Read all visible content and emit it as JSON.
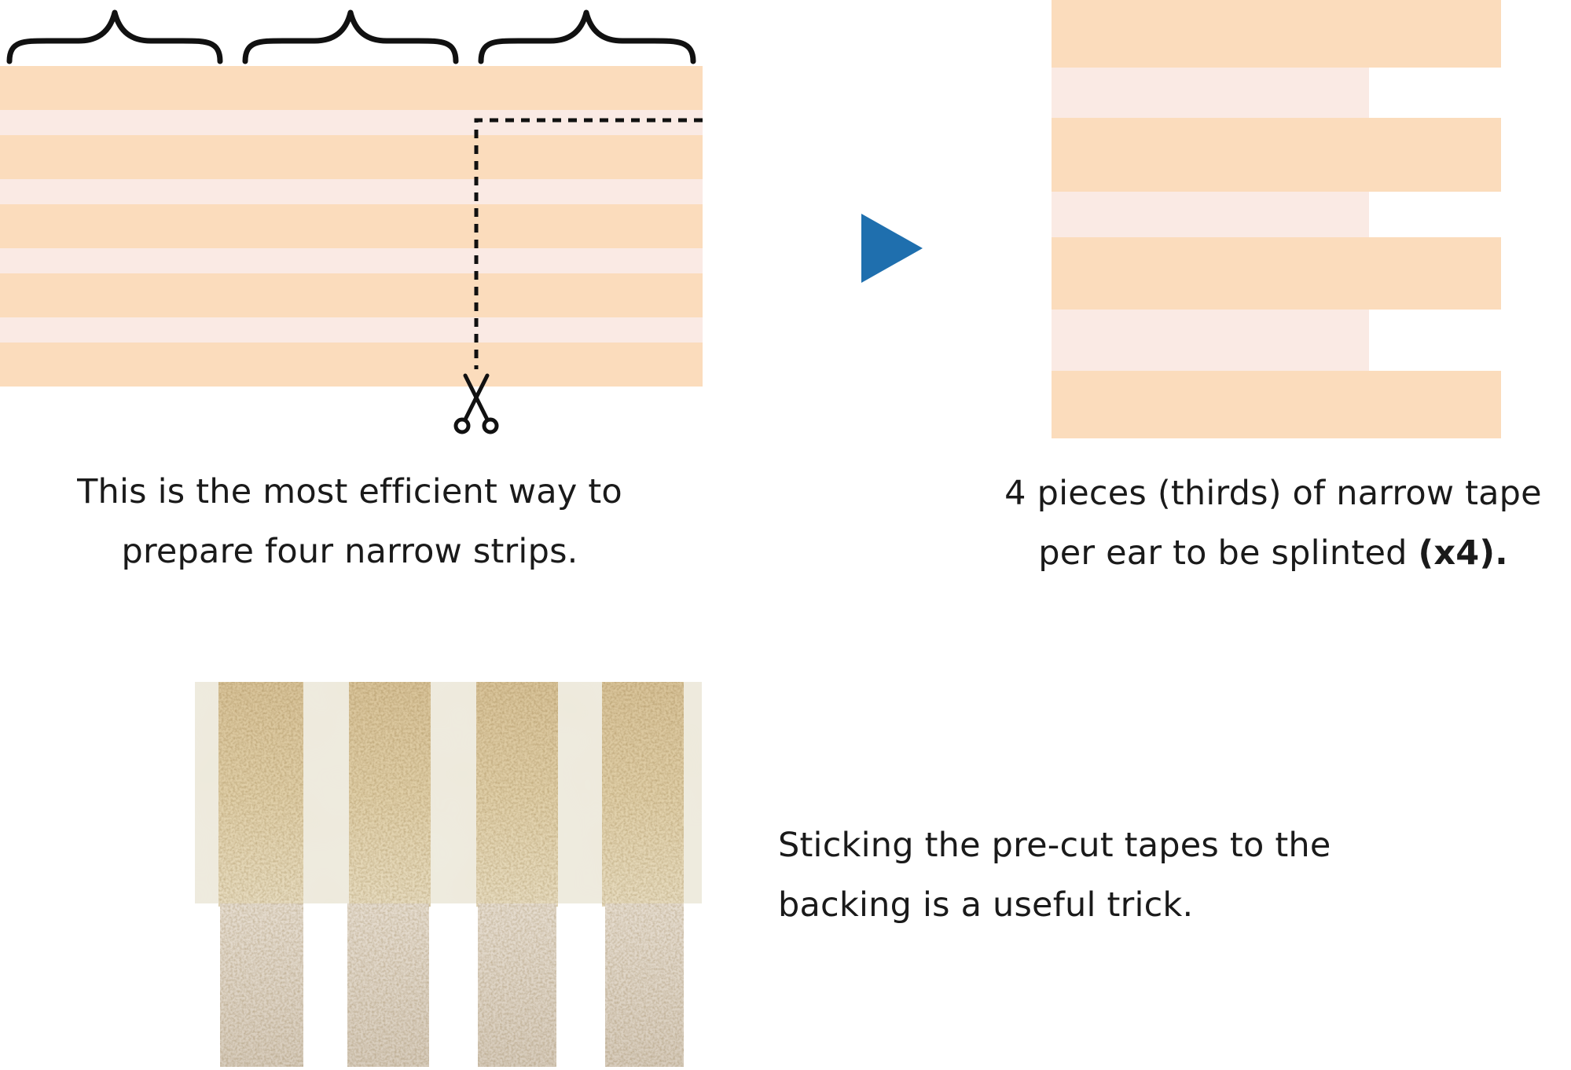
{
  "colors": {
    "tape": "#fbdcbc",
    "backing": "#faeae4",
    "arrow": "#1f6fae",
    "text": "#1a1a1a"
  },
  "diagram_left": {
    "caption_line1": "This is the most efficient way to",
    "caption_line2": "prepare four narrow strips.",
    "icons": [
      "brace-icon",
      "brace-icon",
      "brace-icon",
      "scissors-icon"
    ]
  },
  "diagram_right": {
    "caption_line1": "4 pieces (thirds) of narrow tape",
    "caption_line2_prefix": "per ear to be splinted ",
    "caption_line2_bold": "(x4)."
  },
  "photo": {
    "caption_line1": "Sticking the pre-cut tapes to the",
    "caption_line2": "backing is a useful trick."
  }
}
